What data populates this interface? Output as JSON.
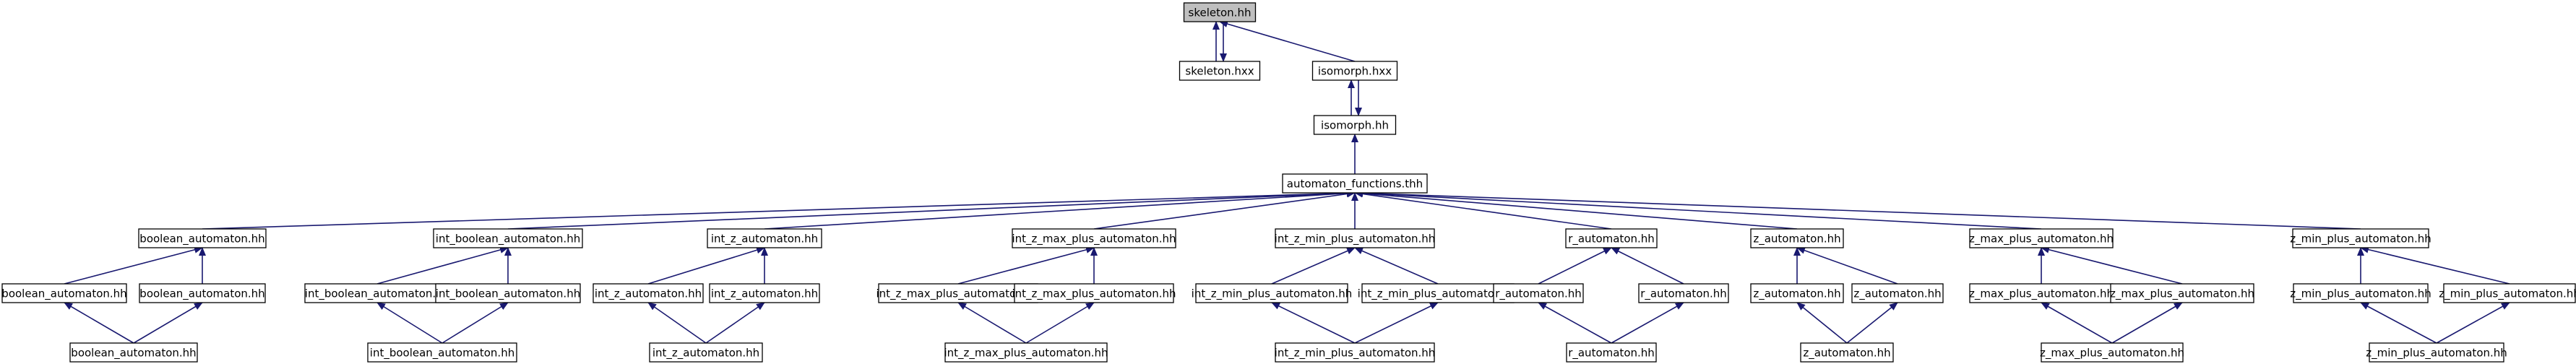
{
  "colors": {
    "edge": "#191970",
    "node_fill": "#ffffff",
    "root_fill": "#bfbfbf",
    "node_stroke": "#000000"
  },
  "nodes": [
    {
      "id": "n0",
      "label": "skeleton.hh",
      "root": true
    },
    {
      "id": "n1",
      "label": "skeleton.hxx"
    },
    {
      "id": "n2",
      "label": "isomorph.hxx"
    },
    {
      "id": "n3",
      "label": "isomorph.hh"
    },
    {
      "id": "n4",
      "label": "automaton_functions.thh"
    },
    {
      "id": "n5",
      "label": "boolean_automaton.hh"
    },
    {
      "id": "n6",
      "label": "int_boolean_automaton.hh"
    },
    {
      "id": "n7",
      "label": "int_z_automaton.hh"
    },
    {
      "id": "n8",
      "label": "int_z_max_plus_automaton.hh"
    },
    {
      "id": "n9",
      "label": "int_z_min_plus_automaton.hh"
    },
    {
      "id": "n10",
      "label": "r_automaton.hh"
    },
    {
      "id": "n11",
      "label": "z_automaton.hh"
    },
    {
      "id": "n12",
      "label": "z_max_plus_automaton.hh"
    },
    {
      "id": "n13",
      "label": "z_min_plus_automaton.hh"
    },
    {
      "id": "n14",
      "label": "boolean_automaton.hh"
    },
    {
      "id": "n15",
      "label": "boolean_automaton.hh"
    },
    {
      "id": "n16",
      "label": "int_boolean_automaton.hh"
    },
    {
      "id": "n17",
      "label": "int_boolean_automaton.hh"
    },
    {
      "id": "n18",
      "label": "int_z_automaton.hh"
    },
    {
      "id": "n19",
      "label": "int_z_automaton.hh"
    },
    {
      "id": "n20",
      "label": "int_z_max_plus_automaton.hh"
    },
    {
      "id": "n21",
      "label": "int_z_max_plus_automaton.hh"
    },
    {
      "id": "n22",
      "label": "int_z_min_plus_automaton.hh"
    },
    {
      "id": "n23",
      "label": "int_z_min_plus_automaton.hh"
    },
    {
      "id": "n24",
      "label": "r_automaton.hh"
    },
    {
      "id": "n25",
      "label": "r_automaton.hh"
    },
    {
      "id": "n26",
      "label": "z_automaton.hh"
    },
    {
      "id": "n27",
      "label": "z_automaton.hh"
    },
    {
      "id": "n28",
      "label": "z_max_plus_automaton.hh"
    },
    {
      "id": "n29",
      "label": "z_max_plus_automaton.hh"
    },
    {
      "id": "n30",
      "label": "z_min_plus_automaton.hh"
    },
    {
      "id": "n31",
      "label": "z_min_plus_automaton.hh"
    },
    {
      "id": "n32",
      "label": "boolean_automaton.hh"
    },
    {
      "id": "n33",
      "label": "int_boolean_automaton.hh"
    },
    {
      "id": "n34",
      "label": "int_z_automaton.hh"
    },
    {
      "id": "n35",
      "label": "int_z_max_plus_automaton.hh"
    },
    {
      "id": "n36",
      "label": "int_z_min_plus_automaton.hh"
    },
    {
      "id": "n37",
      "label": "r_automaton.hh"
    },
    {
      "id": "n38",
      "label": "z_automaton.hh"
    },
    {
      "id": "n39",
      "label": "z_max_plus_automaton.hh"
    },
    {
      "id": "n40",
      "label": "z_min_plus_automaton.hh"
    }
  ],
  "edges": [
    {
      "from": "n1",
      "to": "n0"
    },
    {
      "from": "n0",
      "to": "n1"
    },
    {
      "from": "n2",
      "to": "n0"
    },
    {
      "from": "n3",
      "to": "n2"
    },
    {
      "from": "n2",
      "to": "n3"
    },
    {
      "from": "n4",
      "to": "n3"
    },
    {
      "from": "n5",
      "to": "n4"
    },
    {
      "from": "n6",
      "to": "n4"
    },
    {
      "from": "n7",
      "to": "n4"
    },
    {
      "from": "n8",
      "to": "n4"
    },
    {
      "from": "n9",
      "to": "n4"
    },
    {
      "from": "n10",
      "to": "n4"
    },
    {
      "from": "n11",
      "to": "n4"
    },
    {
      "from": "n12",
      "to": "n4"
    },
    {
      "from": "n13",
      "to": "n4"
    },
    {
      "from": "n14",
      "to": "n5"
    },
    {
      "from": "n15",
      "to": "n5"
    },
    {
      "from": "n16",
      "to": "n6"
    },
    {
      "from": "n17",
      "to": "n6"
    },
    {
      "from": "n18",
      "to": "n7"
    },
    {
      "from": "n19",
      "to": "n7"
    },
    {
      "from": "n20",
      "to": "n8"
    },
    {
      "from": "n21",
      "to": "n8"
    },
    {
      "from": "n22",
      "to": "n9"
    },
    {
      "from": "n23",
      "to": "n9"
    },
    {
      "from": "n24",
      "to": "n10"
    },
    {
      "from": "n25",
      "to": "n10"
    },
    {
      "from": "n26",
      "to": "n11"
    },
    {
      "from": "n27",
      "to": "n11"
    },
    {
      "from": "n28",
      "to": "n12"
    },
    {
      "from": "n29",
      "to": "n12"
    },
    {
      "from": "n30",
      "to": "n13"
    },
    {
      "from": "n31",
      "to": "n13"
    },
    {
      "from": "n32",
      "to": "n14"
    },
    {
      "from": "n32",
      "to": "n15"
    },
    {
      "from": "n33",
      "to": "n16"
    },
    {
      "from": "n33",
      "to": "n17"
    },
    {
      "from": "n34",
      "to": "n18"
    },
    {
      "from": "n34",
      "to": "n19"
    },
    {
      "from": "n35",
      "to": "n20"
    },
    {
      "from": "n35",
      "to": "n21"
    },
    {
      "from": "n36",
      "to": "n22"
    },
    {
      "from": "n36",
      "to": "n23"
    },
    {
      "from": "n37",
      "to": "n24"
    },
    {
      "from": "n37",
      "to": "n25"
    },
    {
      "from": "n38",
      "to": "n26"
    },
    {
      "from": "n38",
      "to": "n27"
    },
    {
      "from": "n39",
      "to": "n28"
    },
    {
      "from": "n39",
      "to": "n29"
    },
    {
      "from": "n40",
      "to": "n30"
    },
    {
      "from": "n40",
      "to": "n31"
    }
  ]
}
